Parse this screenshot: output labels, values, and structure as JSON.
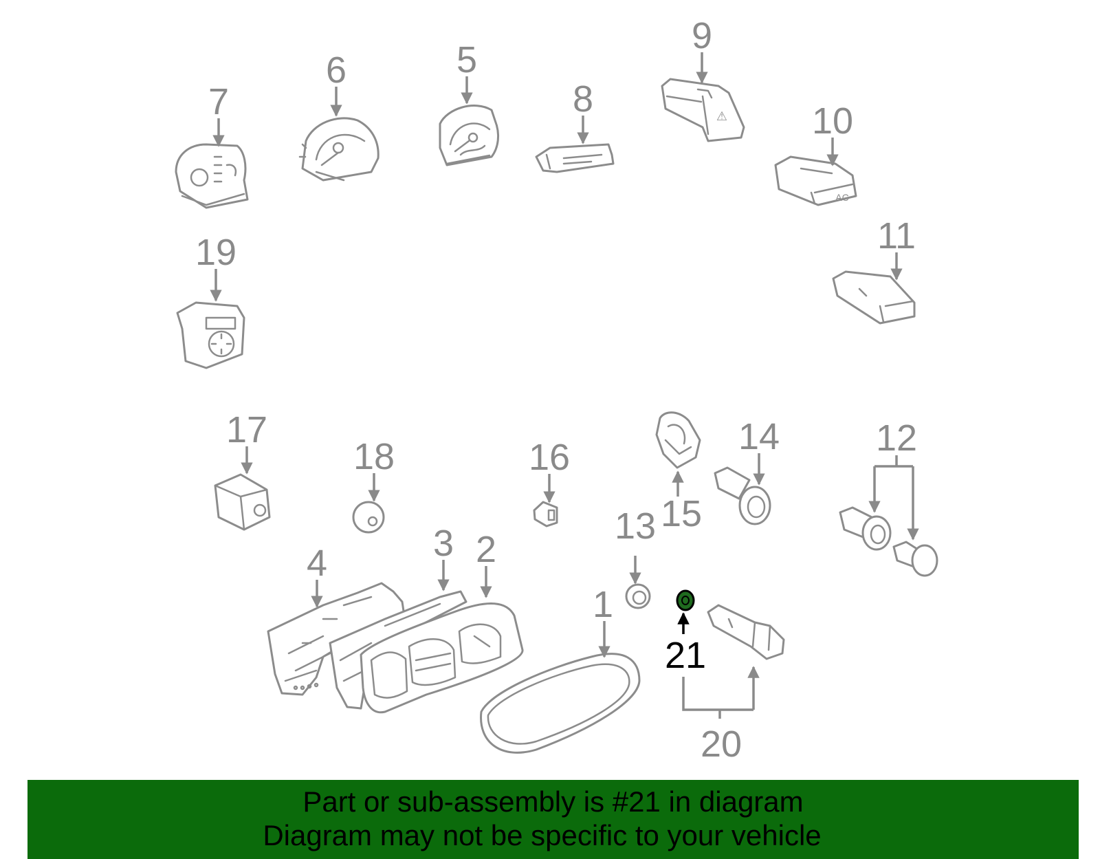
{
  "callouts": {
    "p1": "1",
    "p2": "2",
    "p3": "3",
    "p4": "4",
    "p5": "5",
    "p6": "6",
    "p7": "7",
    "p8": "8",
    "p9": "9",
    "p10": "10",
    "p11": "11",
    "p12": "12",
    "p13": "13",
    "p14": "14",
    "p15": "15",
    "p16": "16",
    "p17": "17",
    "p18": "18",
    "p19": "19",
    "p20": "20",
    "p21": "21"
  },
  "part_labels": {
    "hazard_symbol": "⚠",
    "ac": "AC"
  },
  "banner": {
    "line1": "Part or sub-assembly is #21 in diagram",
    "line2": "Diagram may not be specific to your vehicle"
  },
  "colors": {
    "banner": "#0b6b0b",
    "highlight_part": "#1f6b1f",
    "line_art": "#8c8c8c"
  }
}
